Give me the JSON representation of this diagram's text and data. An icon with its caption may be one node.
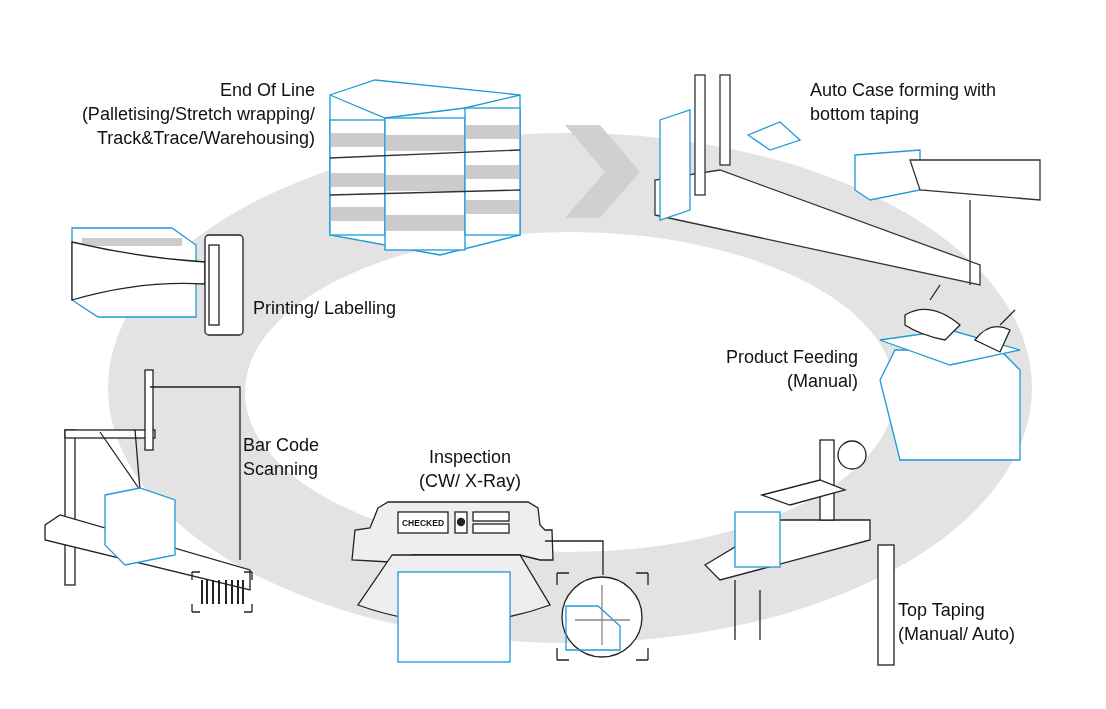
{
  "diagram": {
    "labels": [
      "End Of Line",
      "(Palletising/Stretch wrapping/ Track&Trace/Warehousing)",
      "Auto Case forming with bottom taping",
      "Printing/ Labelling",
      "Product Feeding",
      "(Manual)",
      "Bar Code Scanning",
      "Inspection",
      "(CW/ X-Ray)",
      "CHECKED",
      "Top Taping",
      "(Manual/ Auto)"
    ]
  }
}
